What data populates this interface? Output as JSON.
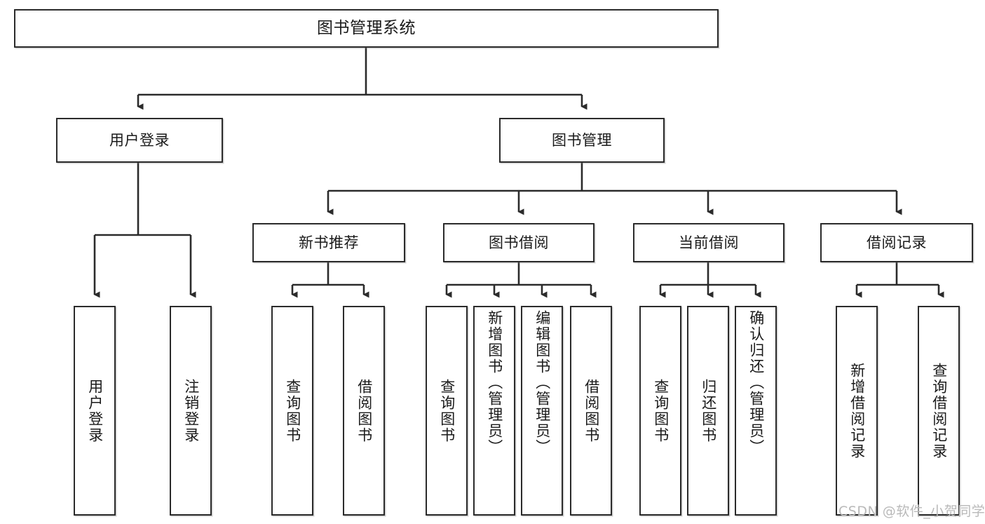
{
  "diagram": {
    "type": "tree-hierarchy",
    "title": "图书管理系统",
    "watermark": "CSDN @软件_小贺同学",
    "colors": {
      "stroke": "#2b2b2b",
      "fill": "#ffffff",
      "text": "#1a1a1a",
      "watermark": "#b9b9b9"
    },
    "levels": {
      "root": {
        "label": "图书管理系统"
      },
      "level2": [
        {
          "label": "用户登录"
        },
        {
          "label": "图书管理"
        }
      ],
      "level3": [
        {
          "label": "新书推荐"
        },
        {
          "label": "图书借阅"
        },
        {
          "label": "当前借阅"
        },
        {
          "label": "借阅记录"
        }
      ],
      "leaves": [
        {
          "label": "用户登录",
          "parent": "用户登录"
        },
        {
          "label": "注销登录",
          "parent": "用户登录"
        },
        {
          "label": "查询图书",
          "parent": "新书推荐"
        },
        {
          "label": "借阅图书",
          "parent": "新书推荐"
        },
        {
          "label": "查询图书",
          "parent": "图书借阅"
        },
        {
          "label": "新增图书（管理员）",
          "parent": "图书借阅"
        },
        {
          "label": "编辑图书（管理员）",
          "parent": "图书借阅"
        },
        {
          "label": "借阅图书",
          "parent": "图书借阅"
        },
        {
          "label": "查询图书",
          "parent": "当前借阅"
        },
        {
          "label": "归还图书",
          "parent": "当前借阅"
        },
        {
          "label": "确认归还（管理员）",
          "parent": "当前借阅"
        },
        {
          "label": "新增借阅记录",
          "parent": "借阅记录"
        },
        {
          "label": "查询借阅记录",
          "parent": "借阅记录"
        }
      ]
    },
    "nodes": {
      "root": "图书管理系统",
      "n_user_login": "用户登录",
      "n_book_mgmt": "图书管理",
      "n_new_book_rec": "新书推荐",
      "n_book_borrow": "图书借阅",
      "n_current_borrow": "当前借阅",
      "n_borrow_record": "借阅记录",
      "leaf_user_login": "用户登录",
      "leaf_logout": "注销登录",
      "leaf_query_book_1": "查询图书",
      "leaf_borrow_book_1": "借阅图书",
      "leaf_query_book_2": "查询图书",
      "leaf_add_book": "新增图书（管理员）",
      "leaf_edit_book": "编辑图书（管理员）",
      "leaf_borrow_book_2": "借阅图书",
      "leaf_query_book_3": "查询图书",
      "leaf_return_book": "归还图书",
      "leaf_confirm_return": "确认归还（管理员）",
      "leaf_add_record": "新增借阅记录",
      "leaf_query_record": "查询借阅记录"
    }
  }
}
